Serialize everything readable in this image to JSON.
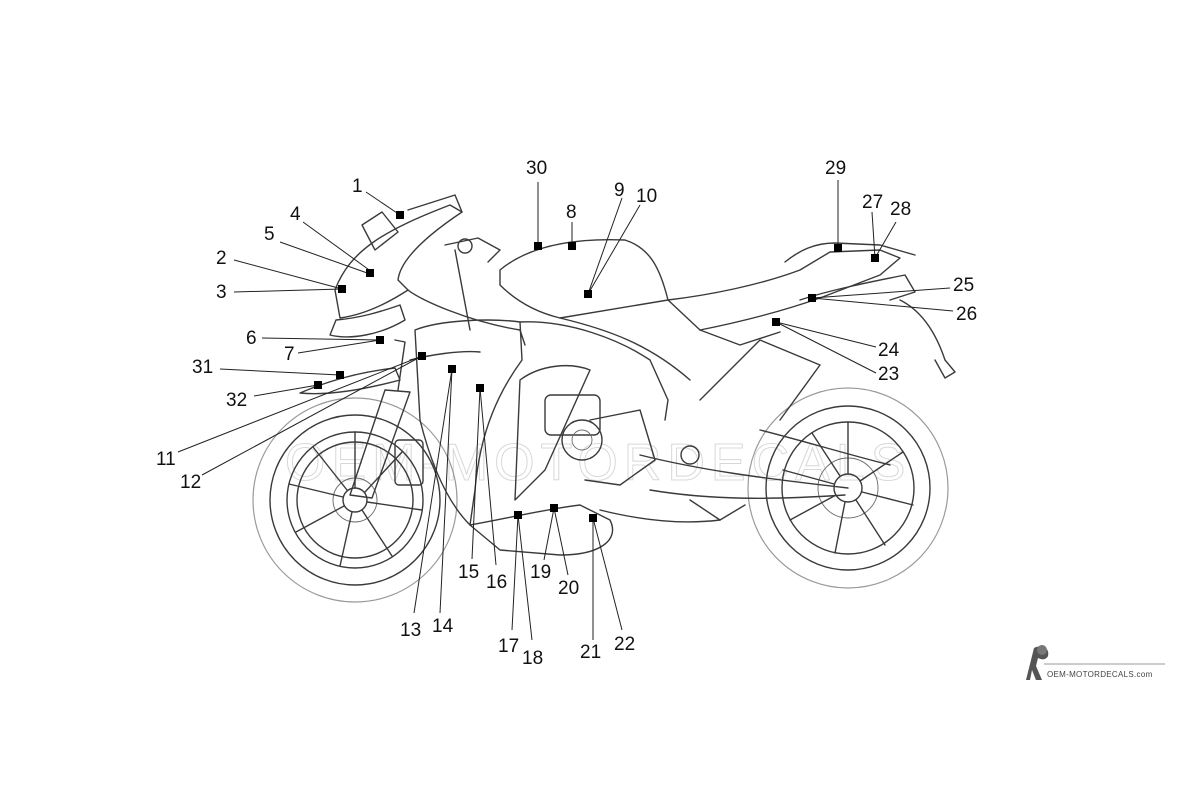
{
  "callouts": [
    {
      "id": "1"
    },
    {
      "id": "2"
    },
    {
      "id": "3"
    },
    {
      "id": "4"
    },
    {
      "id": "5"
    },
    {
      "id": "6"
    },
    {
      "id": "7"
    },
    {
      "id": "8"
    },
    {
      "id": "9"
    },
    {
      "id": "10"
    },
    {
      "id": "11"
    },
    {
      "id": "12"
    },
    {
      "id": "13"
    },
    {
      "id": "14"
    },
    {
      "id": "15"
    },
    {
      "id": "16"
    },
    {
      "id": "17"
    },
    {
      "id": "18"
    },
    {
      "id": "19"
    },
    {
      "id": "20"
    },
    {
      "id": "21"
    },
    {
      "id": "22"
    },
    {
      "id": "23"
    },
    {
      "id": "24"
    },
    {
      "id": "25"
    },
    {
      "id": "26"
    },
    {
      "id": "27"
    },
    {
      "id": "28"
    },
    {
      "id": "29"
    },
    {
      "id": "30"
    },
    {
      "id": "31"
    },
    {
      "id": "32"
    }
  ],
  "brand": {
    "text": "OEM-MOTORDECALS.com",
    "icon": "rider-silhouette-icon"
  },
  "colors": {
    "line": "#3a3a3a",
    "marker": "#000000",
    "background": "#ffffff"
  }
}
